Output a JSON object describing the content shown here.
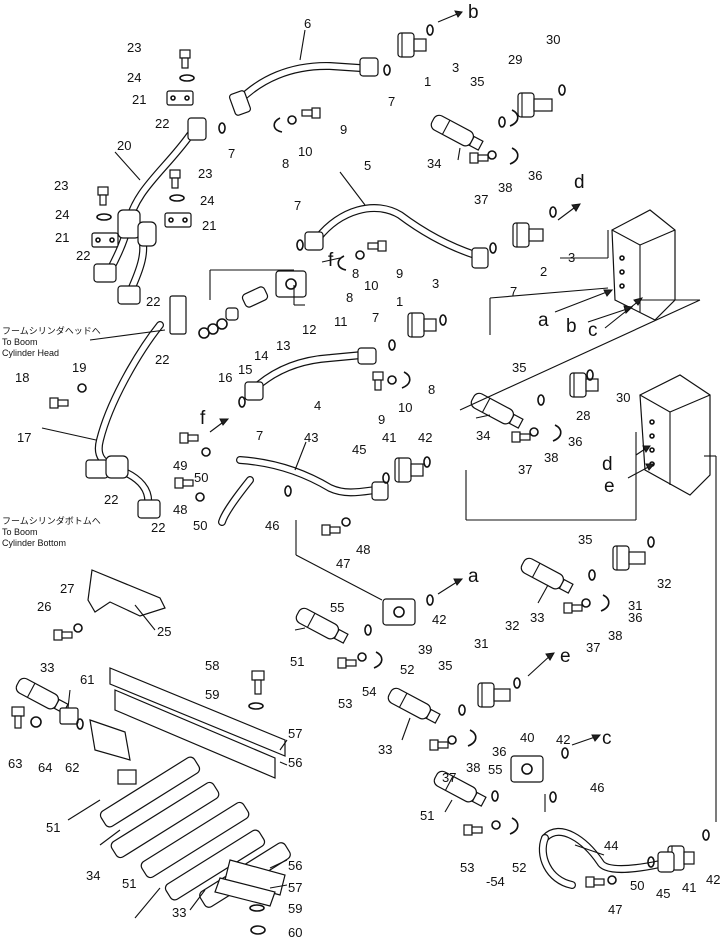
{
  "diagram": {
    "title": "",
    "letters": {
      "a": "a",
      "b": "b",
      "c": "c",
      "d": "d",
      "e": "e",
      "f": "f"
    },
    "notes": {
      "head_jp": "フームシリンダヘッドへ",
      "head_en1": "To Boom",
      "head_en2": "Cylinder Head",
      "bottom_jp": "フームシリンダボトムへ",
      "bottom_en1": "To Boom",
      "bottom_en2": "Cylinder Bottom"
    },
    "n": {
      "p1": "1",
      "p2": "2",
      "p3": "3",
      "p4": "4",
      "p5": "5",
      "p6": "6",
      "p7": "7",
      "p8": "8",
      "p9": "9",
      "p10": "10",
      "p11": "11",
      "p12": "12",
      "p13": "13",
      "p14": "14",
      "p15": "15",
      "p16": "16",
      "p17": "17",
      "p18": "18",
      "p19": "19",
      "p20": "20",
      "p21": "21",
      "p22": "22",
      "p23": "23",
      "p24": "24",
      "p25": "25",
      "p26": "26",
      "p27": "27",
      "p28": "28",
      "p29": "29",
      "p30": "30",
      "p31": "31",
      "p32": "32",
      "p33": "33",
      "p34": "34",
      "p35": "35",
      "p36": "36",
      "p37": "37",
      "p38": "38",
      "p39": "39",
      "p40": "40",
      "p41": "41",
      "p42": "42",
      "p43": "43",
      "p44": "44",
      "p45": "45",
      "p46": "46",
      "p47": "47",
      "p48": "48",
      "p49": "49",
      "p50": "50",
      "p51": "51",
      "p52": "52",
      "p53": "53",
      "p54": "54",
      "p54d": "-54",
      "p55": "55",
      "p56": "56",
      "p57": "57",
      "p58": "58",
      "p59": "59",
      "p60": "60",
      "p61": "61",
      "p62": "62",
      "p63": "63",
      "p64": "64"
    }
  }
}
